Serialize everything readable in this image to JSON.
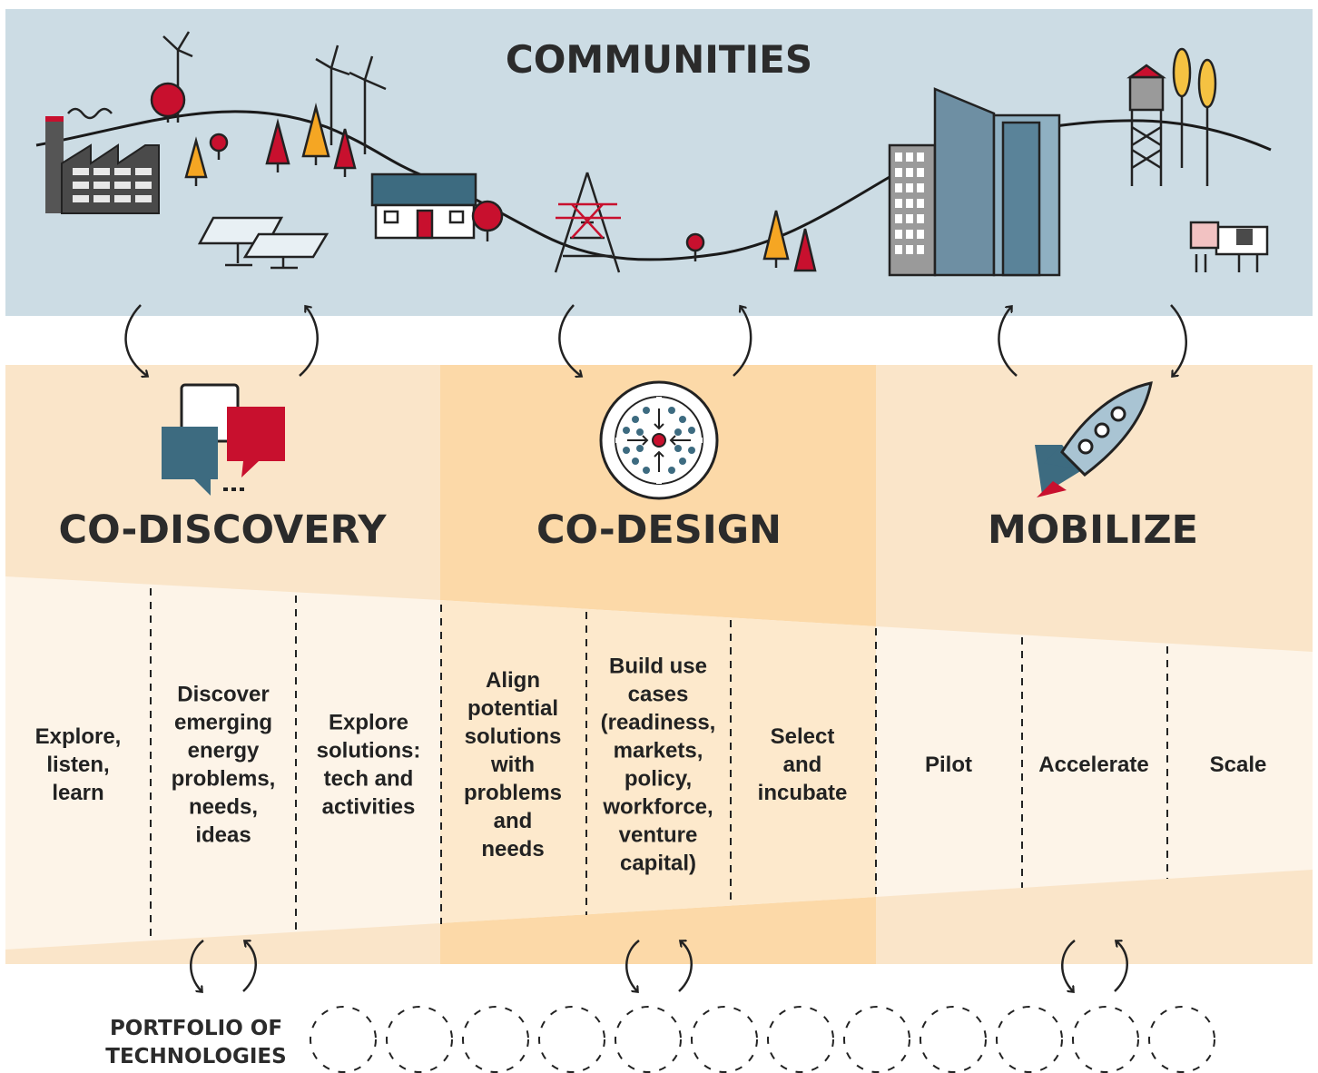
{
  "header": {
    "title": "COMMUNITIES"
  },
  "colors": {
    "community_band": "#ccdce4",
    "panel_light": "#fae5c9",
    "panel_mid": "#fcd9a8",
    "column_light": "#fdf4e8",
    "column_mid": "#fde9cc",
    "accent_red": "#c8102e",
    "accent_yellow": "#f5a623",
    "accent_teal": "#3d6b80",
    "ink": "#222222"
  },
  "phases": [
    {
      "title": "CO-DISCOVERY",
      "icon": "speech-bubbles-icon",
      "steps": [
        [
          "Explore,",
          "listen,",
          "learn"
        ],
        [
          "Discover",
          "emerging",
          "energy",
          "problems,",
          "needs,",
          "ideas"
        ],
        [
          "Explore",
          "solutions:",
          "tech and",
          "activities"
        ]
      ]
    },
    {
      "title": "CO-DESIGN",
      "icon": "converging-arrows-icon",
      "steps": [
        [
          "Align",
          "potential",
          "solutions",
          "with",
          "problems",
          "and",
          "needs"
        ],
        [
          "Build use",
          "cases",
          "(readiness,",
          "markets,",
          "policy,",
          "workforce,",
          "venture",
          "capital)"
        ],
        [
          "Select",
          "and",
          "incubate"
        ]
      ]
    },
    {
      "title": "MOBILIZE",
      "icon": "rocket-icon",
      "steps": [
        [
          "Pilot"
        ],
        [
          "Accelerate"
        ],
        [
          "Scale"
        ]
      ]
    }
  ],
  "portfolio": {
    "label_lines": [
      "PORTFOLIO OF",
      "TECHNOLOGIES"
    ],
    "circle_count": 12
  }
}
